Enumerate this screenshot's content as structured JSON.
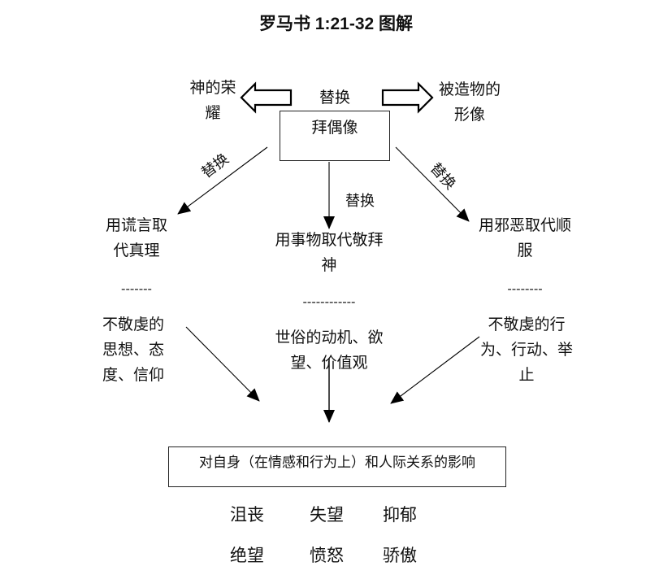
{
  "title": "罗马书 1:21-32 图解",
  "center": {
    "label": "拜偶像",
    "top_label": "替换",
    "left_target": "神的荣\n耀",
    "right_target": "被造物的\n形像"
  },
  "branches": [
    {
      "edge_label": "替换",
      "heading": "用谎言取\n代真理",
      "separator": "-------",
      "detail": "不敬虔的\n思想、态\n度、信仰"
    },
    {
      "edge_label": "替换",
      "heading": "用事物取代敬拜\n神",
      "separator": "------------",
      "detail": "世俗的动机、欲\n望、价值观"
    },
    {
      "edge_label": "替换",
      "heading": "用邪恶取代顺\n服",
      "separator": "--------",
      "detail": "不敬虔的行\n为、行动、举\n止"
    }
  ],
  "result": {
    "label": "对自身（在情感和行为上）和人际关系的影响",
    "effects": [
      [
        "沮丧",
        "失望",
        "抑郁"
      ],
      [
        "绝望",
        "愤怒",
        "骄傲"
      ]
    ]
  }
}
